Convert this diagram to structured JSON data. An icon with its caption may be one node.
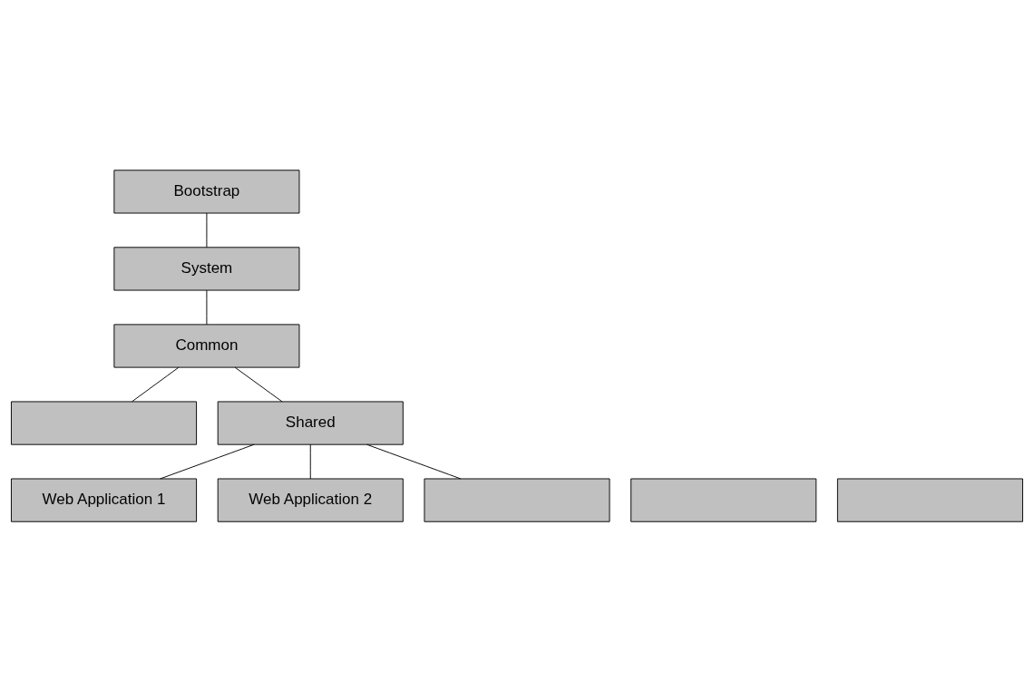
{
  "diagram": {
    "nodes": [
      {
        "text": [
          "Bootstrap"
        ]
      },
      {
        "text": [
          "System"
        ]
      },
      {
        "text": [
          "Common"
        ]
      },
      {
        "text": [],
        "shape": "box"
      },
      {
        "text": [
          "Shared"
        ]
      },
      {
        "text": [
          "Web Application 1"
        ]
      },
      {
        "text": [
          "Web Application 2"
        ]
      },
      {
        "text": [],
        "shape": "box"
      },
      {
        "text": [],
        "shape": "box"
      },
      {
        "text": [],
        "shape": "box"
      }
    ],
    "edges": [
      {
        "from": 0,
        "to": 1,
        "arrow": "none"
      },
      {
        "from": 1,
        "to": 2,
        "arrow": "none"
      },
      {
        "from": 2,
        "to": 3,
        "arrow": "none"
      },
      {
        "from": 2,
        "to": 4,
        "arrow": "none"
      },
      {
        "from": 4,
        "to": 5,
        "arrow": "none"
      },
      {
        "from": 4,
        "to": 6,
        "arrow": "none"
      },
      {
        "from": 4,
        "to": 7,
        "arrow": "none"
      }
    ]
  }
}
